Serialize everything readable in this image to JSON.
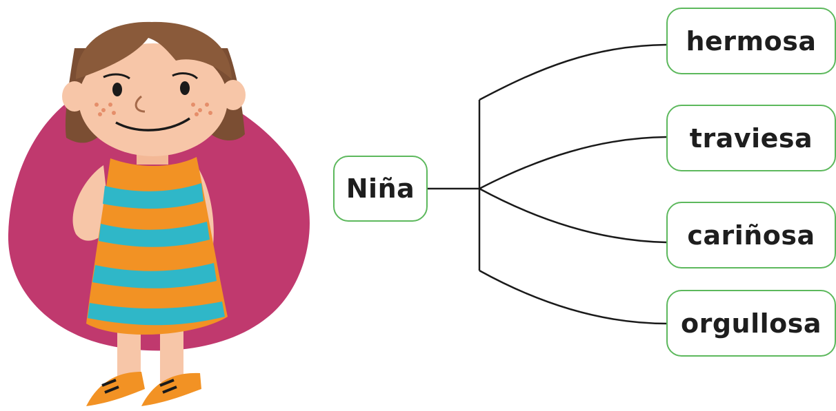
{
  "diagram": {
    "center": {
      "label": "Niña"
    },
    "branches": [
      {
        "label": "hermosa"
      },
      {
        "label": "traviesa"
      },
      {
        "label": "cariñosa"
      },
      {
        "label": "orgullosa"
      }
    ],
    "colors": {
      "box_border": "#5cb85c",
      "line": "#1a1a1a",
      "text": "#1e1e1e"
    }
  },
  "illustration": {
    "subject": "girl-in-striped-dress",
    "colors": {
      "blob": "#c0396e",
      "dress_orange": "#f29224",
      "dress_blue": "#2fb7c8",
      "hair": "#8a5a3a",
      "skin": "#f7c6a8",
      "shoes": "#f29224"
    }
  }
}
